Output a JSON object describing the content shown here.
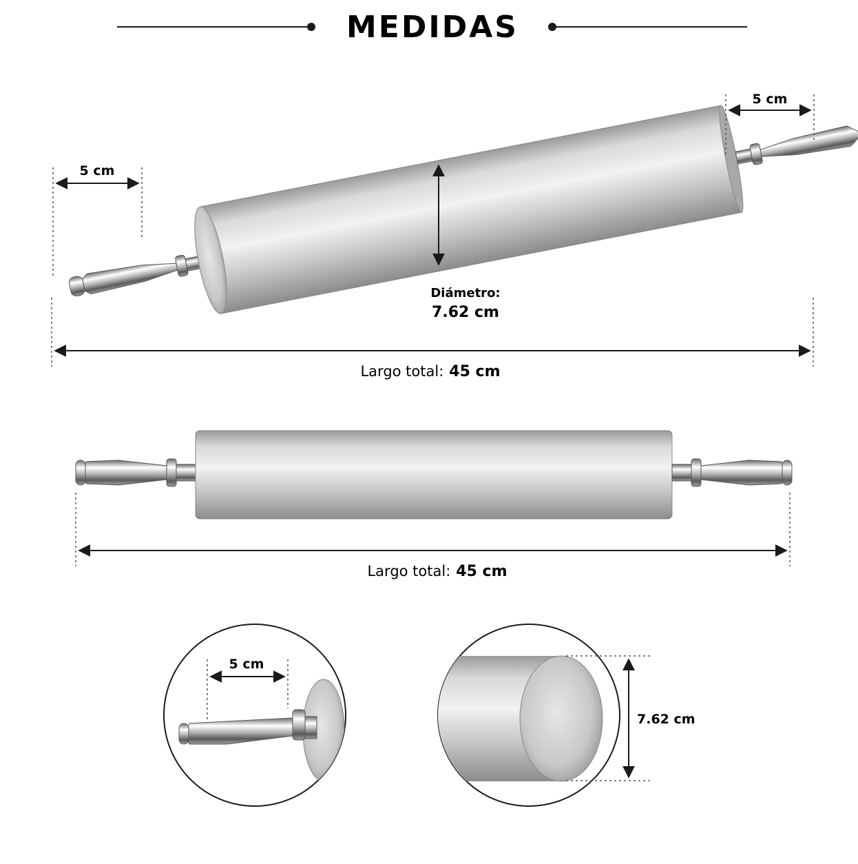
{
  "header": {
    "title": "MEDIDAS"
  },
  "top_view": {
    "left_handle_label": "5 cm",
    "right_handle_label": "5 cm",
    "diameter_caption": "Diámetro:",
    "diameter_value": "7.62 cm",
    "length_prefix": "Largo total:",
    "length_value": "45 cm"
  },
  "side_view": {
    "length_prefix": "Largo total:",
    "length_value": "45 cm"
  },
  "detail_handle": {
    "label": "5 cm"
  },
  "detail_barrel": {
    "label": "7.62 cm"
  },
  "colors": {
    "ink": "#1a1a1a",
    "steel_dark": "#8a8a8a",
    "steel_light": "#e8e8e8"
  }
}
